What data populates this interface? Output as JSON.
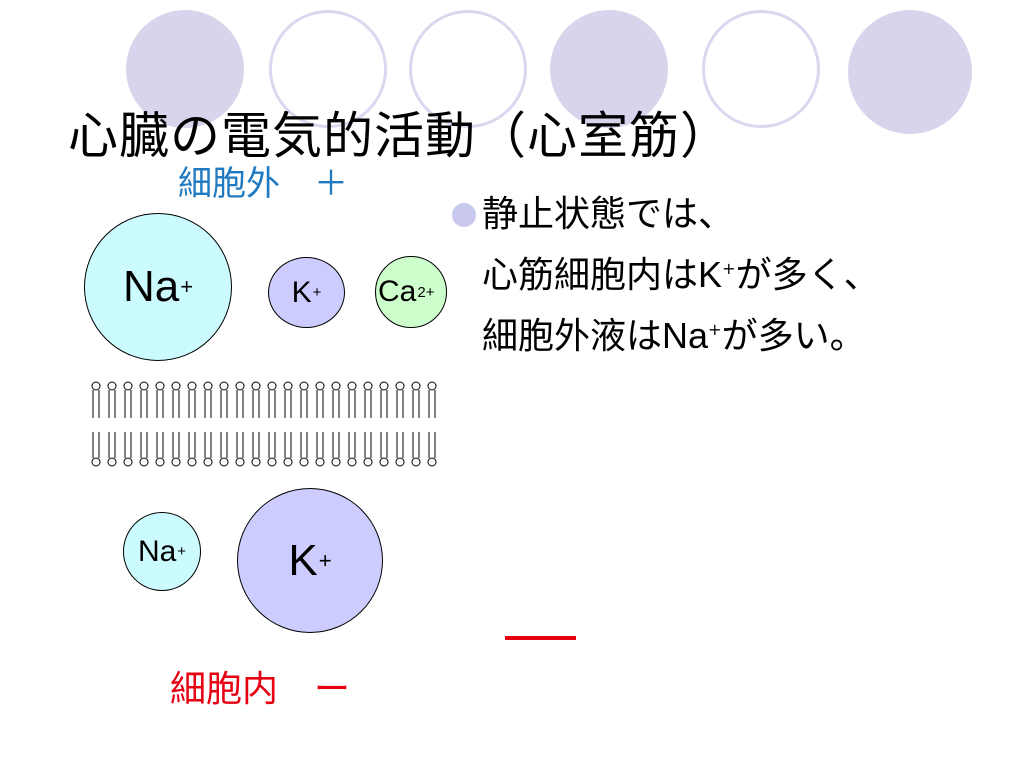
{
  "title": "心臓の電気的活動（心室筋）",
  "extracellular_label": "細胞外　＋",
  "intracellular_label": "細胞内　ー",
  "ions_outside": [
    {
      "symbol": "Na",
      "charge": "+"
    },
    {
      "symbol": "K",
      "charge": "+"
    },
    {
      "symbol": "Ca",
      "charge": "2+"
    }
  ],
  "ions_inside": [
    {
      "symbol": "Na",
      "charge": "+"
    },
    {
      "symbol": "K",
      "charge": "+"
    }
  ],
  "bullet": {
    "line1": "静止状態では、",
    "line2_pre": "心筋細胞内は",
    "line2_ion": "K",
    "line2_charge": "+",
    "line2_post": "が多く、",
    "line3_pre": "細胞外液は",
    "line3_ion": "Na",
    "line3_charge": "+",
    "line3_post": "が多い。"
  },
  "colors": {
    "extracellular": "#1f7ac1",
    "intracellular": "#e60012",
    "na_fill": "#ccfbff",
    "k_fill": "#ccccff",
    "ca_fill": "#ccffcc",
    "decor": "#d6d5ec"
  }
}
